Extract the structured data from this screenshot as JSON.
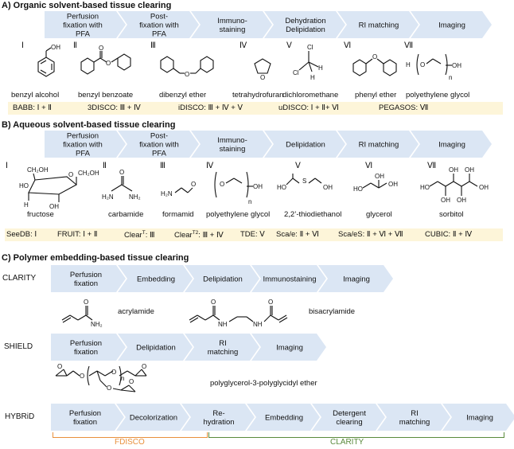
{
  "sectionA": {
    "title": "A) Organic solvent-based tissue clearing",
    "steps": [
      "Perfusion|fixation with|PFA",
      "Post-|fixation with|PFA",
      "Immuno-|staining",
      "Dehydration|Delipidation",
      "RI matching",
      "Imaging"
    ],
    "compounds": [
      {
        "num": "Ⅰ",
        "name": "benzyl alcohol"
      },
      {
        "num": "Ⅱ",
        "name": "benzyl benzoate"
      },
      {
        "num": "Ⅲ",
        "name": "dibenzyl ether"
      },
      {
        "num": "Ⅳ",
        "name": "tetrahydrofuran"
      },
      {
        "num": "Ⅴ",
        "name": "dichloromethane"
      },
      {
        "num": "Ⅵ",
        "name": "phenyl ether"
      },
      {
        "num": "Ⅶ",
        "name": "polyethylene glycol"
      }
    ],
    "methods": [
      "BABB: Ⅰ + Ⅱ",
      "3DISCO: Ⅲ + Ⅳ",
      "iDISCO: Ⅲ + Ⅳ + Ⅴ",
      "uDISCO: Ⅰ + Ⅱ+ Ⅵ",
      "PEGASOS: Ⅶ"
    ]
  },
  "sectionB": {
    "title": "B) Aqueous solvent-based tissue clearing",
    "steps": [
      "Perfusion|fixation with|PFA",
      "Post-|fixation with|PFA",
      "Immuno-|staining",
      "Delipidation",
      "RI matching",
      "Imaging"
    ],
    "compounds": [
      {
        "num": "Ⅰ",
        "name": "fructose"
      },
      {
        "num": "Ⅱ",
        "name": "carbamide"
      },
      {
        "num": "Ⅲ",
        "name": "formamid"
      },
      {
        "num": "Ⅳ",
        "name": "polyethylene glycol"
      },
      {
        "num": "Ⅴ",
        "name": "2,2’-thiodiethanol"
      },
      {
        "num": "Ⅵ",
        "name": "glycerol"
      },
      {
        "num": "Ⅶ",
        "name": "sorbitol"
      }
    ],
    "methods": [
      "SeeDB: Ⅰ",
      "FRUIT: Ⅰ + Ⅱ",
      "ClearT: Ⅲ",
      "ClearT2: Ⅲ + Ⅳ",
      "TDE: Ⅴ",
      "Sca/e: Ⅱ + Ⅵ",
      "Sca/eS: Ⅱ + Ⅵ + Ⅶ",
      "CUBIC: Ⅱ + Ⅳ"
    ]
  },
  "sectionC": {
    "title": "C) Polymer embedding-based tissue clearing",
    "rows": [
      {
        "label": "CLARITY",
        "steps": [
          "Perfusion|fixation",
          "Embedding",
          "Delipidation",
          "Immunostaining",
          "Imaging"
        ]
      },
      {
        "label": "SHIELD",
        "steps": [
          "Perfusion|fixation",
          "Delipidation",
          "RI|matching",
          "Imaging"
        ]
      },
      {
        "label": "HYBRiD",
        "steps": [
          "Perfusion|fixation",
          "Decolorization",
          "Re-|hydration",
          "Embedding",
          "Detergent|clearing",
          "RI|matching",
          "Imaging"
        ]
      }
    ],
    "compounds": {
      "acrylamide": "acrylamide",
      "bisacrylamide": "bisacrylamide",
      "pgpe": "polyglycerol-3-polyglycidyl ether"
    },
    "brackets": [
      {
        "label": "FDISCO",
        "color": "#e8903c"
      },
      {
        "label": "CLARITY",
        "color": "#5a8a3c"
      }
    ]
  },
  "colors": {
    "chevron": "#dbe6f4",
    "band": "#fdf5d9"
  }
}
